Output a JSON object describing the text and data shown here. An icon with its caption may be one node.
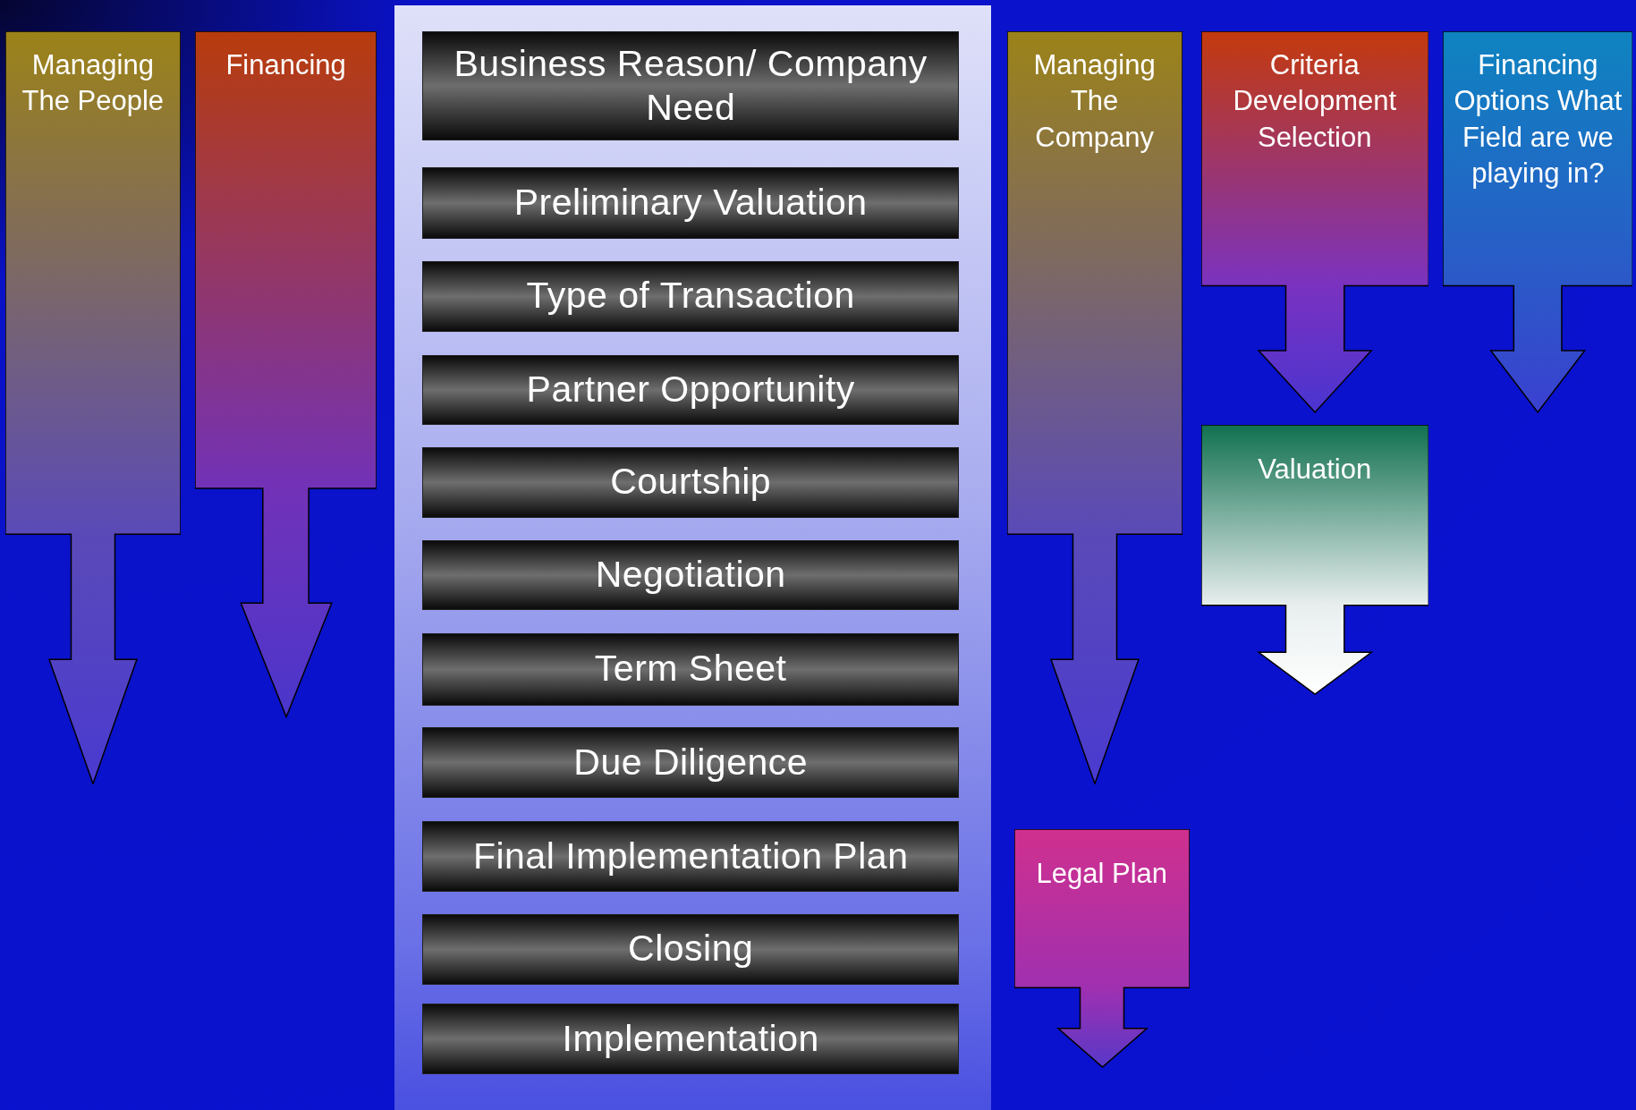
{
  "diagram": {
    "nodes": [
      {
        "text": [
          "Managing The People"
        ]
      },
      {
        "text": [
          "Financing"
        ]
      },
      {
        "text": [
          "Business Reason/ Company Need"
        ]
      },
      {
        "text": [
          "Preliminary Valuation"
        ]
      },
      {
        "text": [
          "Type of Transaction"
        ]
      },
      {
        "text": [
          "Partner Opportunity"
        ]
      },
      {
        "text": [
          "Courtship"
        ]
      },
      {
        "text": [
          "Negotiation"
        ]
      },
      {
        "text": [
          "Term Sheet"
        ]
      },
      {
        "text": [
          "Due Diligence"
        ]
      },
      {
        "text": [
          "Final Implementation Plan"
        ]
      },
      {
        "text": [
          "Closing"
        ]
      },
      {
        "text": [
          "Implementation"
        ]
      },
      {
        "text": [
          "Managing The Company"
        ]
      },
      {
        "text": [
          "Criteria Development Selection"
        ]
      },
      {
        "text": [
          "Financing Options What Field are we playing in?"
        ]
      },
      {
        "text": [
          "Valuation"
        ]
      },
      {
        "text": [
          "Legal Plan"
        ]
      }
    ]
  }
}
